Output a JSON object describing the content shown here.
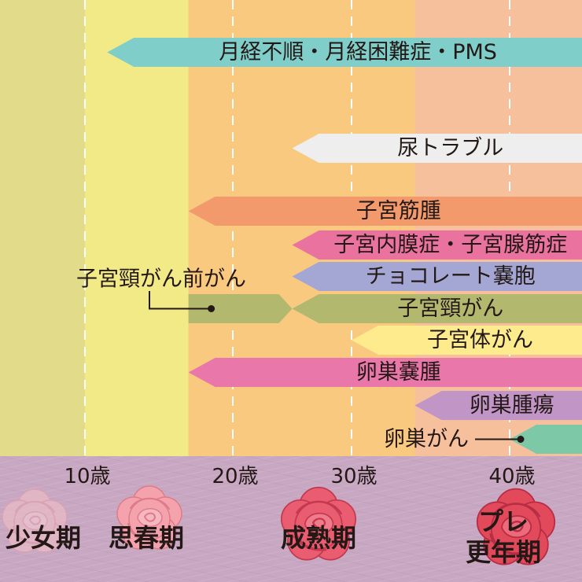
{
  "chart_data": {
    "type": "bar",
    "orientation": "horizontal",
    "xlim": [
      4,
      45
    ],
    "grid": true,
    "ticks": [
      {
        "value": 10,
        "label": "10歳"
      },
      {
        "value": 20,
        "label": "20歳"
      },
      {
        "value": 30,
        "label": "30歳"
      },
      {
        "value": 40,
        "label": "40歳"
      }
    ],
    "stages": [
      {
        "lines": [
          "少女期"
        ],
        "range": [
          4,
          10
        ],
        "color": "#e2dc8a"
      },
      {
        "lines": [
          "思春期"
        ],
        "range": [
          10,
          17
        ],
        "color": "#f2ea87"
      },
      {
        "lines": [
          "成熟期"
        ],
        "range": [
          17,
          34
        ],
        "color": "#f9c97f"
      },
      {
        "lines": [
          "プレ",
          "更年期"
        ],
        "range": [
          34,
          45
        ],
        "color": "#f7c09d"
      }
    ],
    "bars": [
      {
        "label": "月経不順・月経困難症・PMS",
        "start": 11.5,
        "end": 45,
        "color": "#80cec9"
      },
      {
        "label": "尿トラブル",
        "start": 25,
        "end": 45,
        "color": "#eeeeee"
      },
      {
        "label": "子宮筋腫",
        "start": 17,
        "end": 45,
        "color": "#f29a6b"
      },
      {
        "label": "子宮内膜症・子宮腺筋症",
        "start": 25,
        "end": 45,
        "color": "#e9729f"
      },
      {
        "label": "チョコレート嚢胞",
        "start": 25,
        "end": 45,
        "color": "#a4a7d4"
      },
      {
        "label": "子宮頸がん",
        "start": 25,
        "end": 45,
        "color": "#b3b86f",
        "precursor": {
          "label": "子宮頸がん前がん",
          "start": 17,
          "end": 25,
          "label_placement": "callout"
        }
      },
      {
        "label": "子宮体がん",
        "start": 30,
        "end": 45,
        "color": "#fdeb8e"
      },
      {
        "label": "卵巣嚢腫",
        "start": 17,
        "end": 45,
        "color": "#e977aa"
      },
      {
        "label": "卵巣腫瘍",
        "start": 34,
        "end": 45,
        "color": "#c195c6"
      },
      {
        "label": "卵巣がん",
        "start": 40,
        "end": 45,
        "color": "#7dc9a7",
        "label_placement": "outside-left"
      }
    ]
  }
}
